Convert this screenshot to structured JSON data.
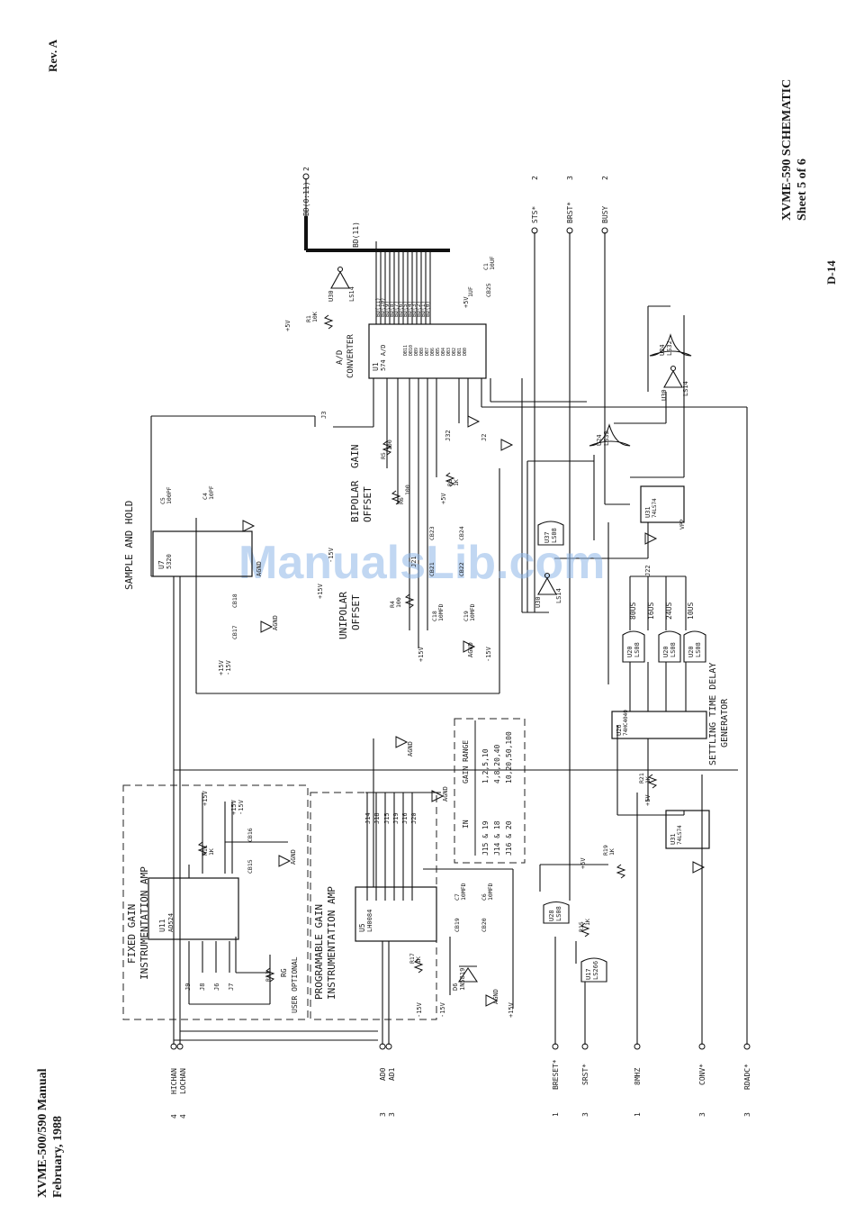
{
  "page": {
    "manual_title": "XVME-500/590 Manual",
    "date": "February, 1988",
    "revision": "Rev. A",
    "schematic_title": "XVME-590 SCHEMATIC",
    "sheet": "Sheet 5 of 6",
    "page_number": "D-14",
    "watermark": "ManualsLib.com"
  },
  "sections": {
    "fixed_gain_1": "FIXED GAIN",
    "fixed_gain_2": "INSTRUMENTATION AMP",
    "prog_gain_1": "PROGRAMABLE GAIN",
    "prog_gain_2": "INSTRUMENTATION AMP",
    "sample_hold": "SAMPLE AND HOLD",
    "ad_1": "A/D",
    "ad_2": "CONVERTER",
    "unipolar_1": "UNIPOLAR",
    "unipolar_2": "OFFSET",
    "bipolar_1": "BIPOLAR",
    "bipolar_2": "GAIN",
    "bipolar_3": "OFFSET",
    "settling_1": "SETTLING TIME DELAY",
    "settling_2": "GENERATOR",
    "user_optional": "USER OPTIONAL"
  },
  "gain_table": {
    "header_in": "IN",
    "header_range": "GAIN RANGE",
    "rows": [
      {
        "jumpers": "J15 & 19",
        "range": "1,2,5,10"
      },
      {
        "jumpers": "J14 & 18",
        "range": "4,8,20,40"
      },
      {
        "jumpers": "J16 & 20",
        "range": "10,20,50,100"
      }
    ]
  },
  "signals": {
    "left": [
      {
        "num": "4",
        "name": "HICHAN"
      },
      {
        "num": "4",
        "name": "LOCHAN"
      },
      {
        "num": "3",
        "name": "AD0"
      },
      {
        "num": "3",
        "name": "AD1"
      },
      {
        "num": "1",
        "name": "BRESET*"
      },
      {
        "num": "3",
        "name": "SRST*"
      },
      {
        "num": "1",
        "name": "8MHZ"
      },
      {
        "num": "3",
        "name": "CONV*"
      },
      {
        "num": "3",
        "name": "RDADC*"
      }
    ],
    "right": [
      {
        "num": "2",
        "name": "BD(0:11)"
      },
      {
        "num": "2",
        "name": "STS*"
      },
      {
        "num": "3",
        "name": "BRST*"
      },
      {
        "num": "2",
        "name": "BUSY"
      }
    ]
  },
  "components": {
    "u11": "U11",
    "u11_part": "AD524",
    "u5": "U5",
    "u5_part": "LH0084",
    "u7": "U7",
    "u7_part": "5320",
    "u1": "U1",
    "u1_part": "574 A/D",
    "u26": "U26",
    "u26_part": "74HC4040",
    "u31a": "U31",
    "u31a_part": "74LS74",
    "u31b": "U31",
    "u31b_part": "74LS74",
    "u24a": "U24",
    "u24a_part": "LS32",
    "u24b": "U24",
    "u24b_part": "LS32",
    "u37": "U37",
    "u37_part": "LS08",
    "u30a": "U30",
    "u30a_part": "LS14",
    "u30b": "U30",
    "u30b_part": "LS14",
    "u30c": "U30",
    "u30c_part": "LS14",
    "u17": "U17",
    "u17_part": "LS266",
    "u28": "U28",
    "u28_part": "LS08",
    "u20a": "U20",
    "u20a_part": "LS08",
    "u20b": "U20",
    "u20b_part": "LS08",
    "u20c": "U20",
    "u20c_part": "LS08",
    "r1": "R1",
    "r1_val": "10K",
    "r3": "R3",
    "r3_val": "1K",
    "r4": "R4",
    "r4_val": "100",
    "r5": "R5",
    "r5_val": "100",
    "r6": "R6",
    "r6_val": "100",
    "r11": "R11",
    "r11_val": "1K",
    "r13": "R13",
    "r13_val": "RG",
    "r15": "R15",
    "r15_val": "1K",
    "r17": "R17",
    "r17_val": "1K",
    "r19": "R19",
    "r19_val": "1K",
    "r21": "R21",
    "r21_val": "1K",
    "c1": "C1",
    "c1_val": "10UF",
    "c4": "C4",
    "c4_val": "10PF",
    "c5": "C5",
    "c5_val": "100PF",
    "c6": "C6",
    "c6_val": "10MFD",
    "c7": "C7",
    "c7_val": "10MFD",
    "c18": "C18",
    "c18_val": "10MFD",
    "c19": "C19",
    "c19_val": "10MFD",
    "d6": "D6",
    "d6_val": "1N5819",
    "vp2": "VP2",
    "cb": [
      "CB25",
      "CB24",
      "CB23",
      "CB22",
      "CB21",
      "CB19",
      "CB20",
      "CB18",
      "CB17",
      "CB16",
      "CB15"
    ],
    "cb_val": "1UF",
    "delays": [
      "80US",
      "16US",
      "24US",
      "10US"
    ],
    "ad_bits": [
      "DB11",
      "DB10",
      "DB9",
      "DB8",
      "DB7",
      "DB6",
      "DB5",
      "DB4",
      "DB3",
      "DB2",
      "DB1",
      "DB0"
    ],
    "bd_bits": [
      "BD(11)",
      "BD(10)",
      "BD(9)",
      "BD(8)",
      "BD(7)",
      "BD(6)",
      "BD(5)",
      "BD(4)",
      "BD(3)",
      "BD(2)",
      "BD(1)",
      "BD(0)"
    ],
    "bd_bus_label": "BD(11)",
    "jumpers": [
      "J2",
      "J3",
      "J6",
      "J7",
      "J8",
      "J9",
      "J14",
      "J15",
      "J16",
      "J18",
      "J19",
      "J20",
      "J21",
      "J22",
      "J32"
    ]
  },
  "power": {
    "p15": "+15V",
    "m15": "-15V",
    "p5": "+5V",
    "agnd": "AGND"
  }
}
